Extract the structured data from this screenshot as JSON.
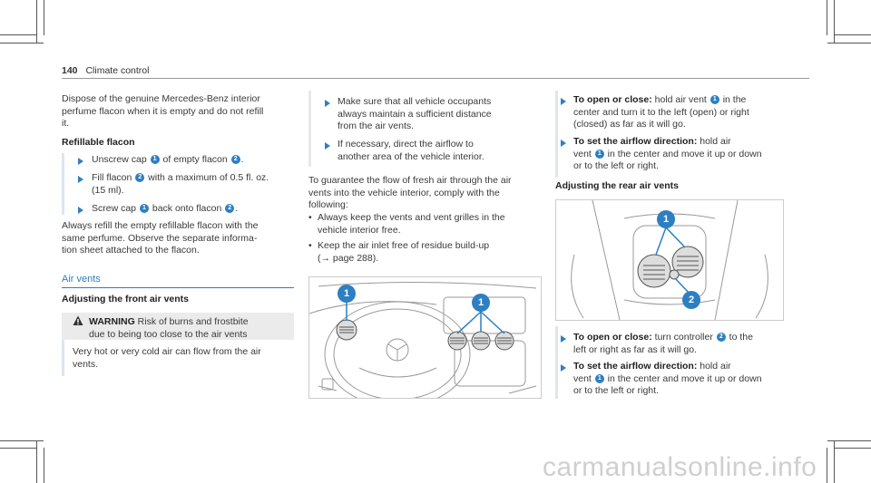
{
  "header": {
    "page_number": "140",
    "title": "Climate control"
  },
  "col1": {
    "intro": [
      "Dispose of the genuine Mercedes-Benz interior",
      "perfume flacon when it is empty and do not refill",
      "it."
    ],
    "refill_heading": "Refillable flacon",
    "step1": {
      "pre": "Unscrew cap ",
      "b1": "1",
      "mid": " of empty flacon ",
      "b2": "2",
      "post": "."
    },
    "step2": {
      "pre": "Fill flacon ",
      "b1": "2",
      "post": " with a maximum of 0.5 fl. oz.",
      "line2": "(15 ml)."
    },
    "step3": {
      "pre": "Screw cap ",
      "b1": "1",
      "mid": " back onto flacon ",
      "b2": "2",
      "post": "."
    },
    "note": [
      "Always refill the empty refillable flacon with the",
      "same perfume. Observe the separate informa-",
      "tion sheet attached to the flacon."
    ],
    "section_title": "Air vents",
    "front_heading": "Adjusting the front air vents",
    "warning_label": "WARNING",
    "warning_text1": " Risk of burns and frostbite",
    "warning_text2": "due to being too close to the air vents",
    "warning_body": [
      "Very hot or very cold air can flow from the air",
      "vents."
    ]
  },
  "col2": {
    "warn_steps": [
      [
        "Make sure that all vehicle occupants",
        "always maintain a sufficient distance",
        "from the air vents."
      ],
      [
        "If necessary, direct the airflow to",
        "another area of the vehicle interior."
      ]
    ],
    "para": [
      "To guarantee the flow of fresh air through the air",
      "vents into the vehicle interior, comply with the",
      "following:"
    ],
    "bullets": [
      [
        "Always keep the vents and vent grilles in the",
        "vehicle interior free."
      ],
      [
        "Keep the air inlet free of residue build-up",
        "(→ page 288)."
      ]
    ],
    "figure_callouts": [
      "1",
      "1"
    ]
  },
  "col3": {
    "open_close": {
      "label": "To open or close:",
      "t1": " hold air vent ",
      "b1": "1",
      "t2": " in the",
      "line2": "center and turn it to the left (open) or right",
      "line3": "(closed) as far as it will go."
    },
    "airflow1": {
      "label": "To set the airflow direction:",
      "t1": " hold air",
      "line2_pre": "vent ",
      "b1": "1",
      "line2_post": " in the center and move it up or down",
      "line3": "or to the left or right."
    },
    "rear_heading": "Adjusting the rear air vents",
    "figure_callouts": [
      "1",
      "2"
    ],
    "open_close2": {
      "label": "To open or close:",
      "t1": " turn controller ",
      "b1": "2",
      "t2": " to the",
      "line2": "left or right as far as it will go."
    },
    "airflow2": {
      "label": "To set the airflow direction:",
      "t1": " hold air",
      "line2_pre": "vent ",
      "b1": "1",
      "line2_post": " in the center and move it up or down",
      "line3": "or to the left or right."
    }
  },
  "footer": {
    "watermark": "carmanualsonline.info"
  },
  "colors": {
    "accent": "#2d7fc1",
    "note_bar": "#dde6ef",
    "warning_bg": "#ebebeb"
  }
}
